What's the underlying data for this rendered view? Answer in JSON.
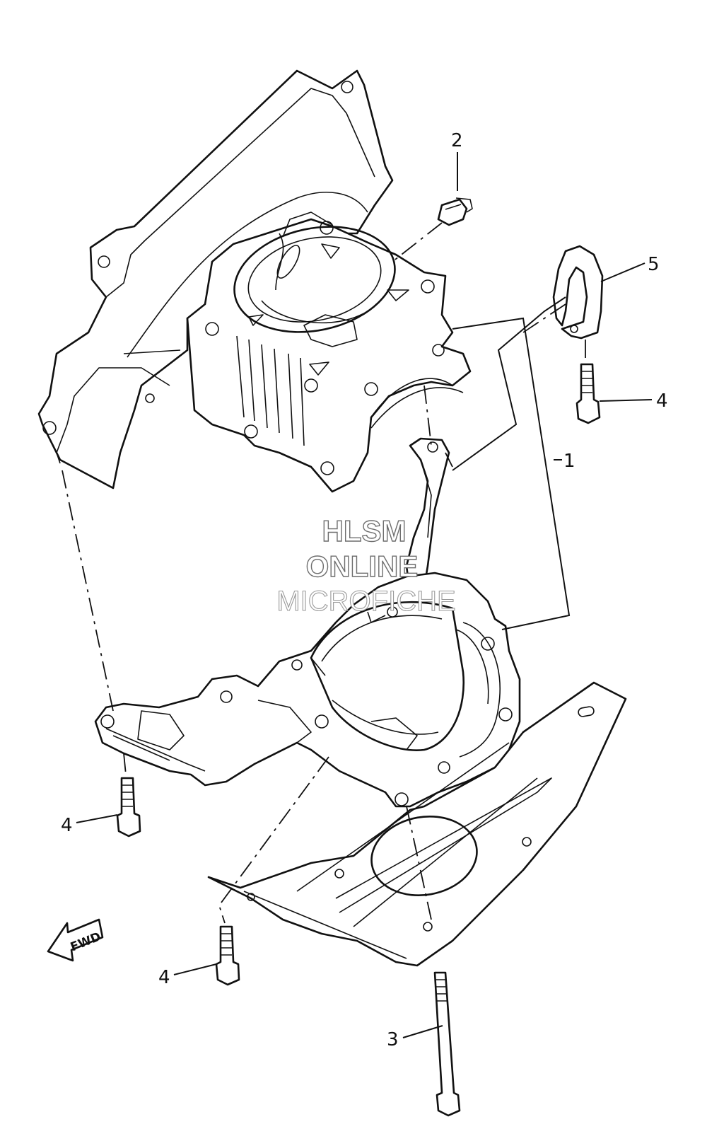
{
  "callouts": {
    "c1": "1",
    "c2": "2",
    "c3": "3",
    "c4_upper_right": "4",
    "c4_left": "4",
    "c4_lower": "4",
    "c5": "5"
  },
  "watermark": {
    "line1": "HLSM",
    "line2": "ONLINE",
    "line3": "MICROFICHE"
  },
  "fwd_arrow": {
    "label": "FWD"
  },
  "colors": {
    "line": "#111111",
    "background": "#ffffff",
    "watermark_outline": "#6e6e6e"
  }
}
